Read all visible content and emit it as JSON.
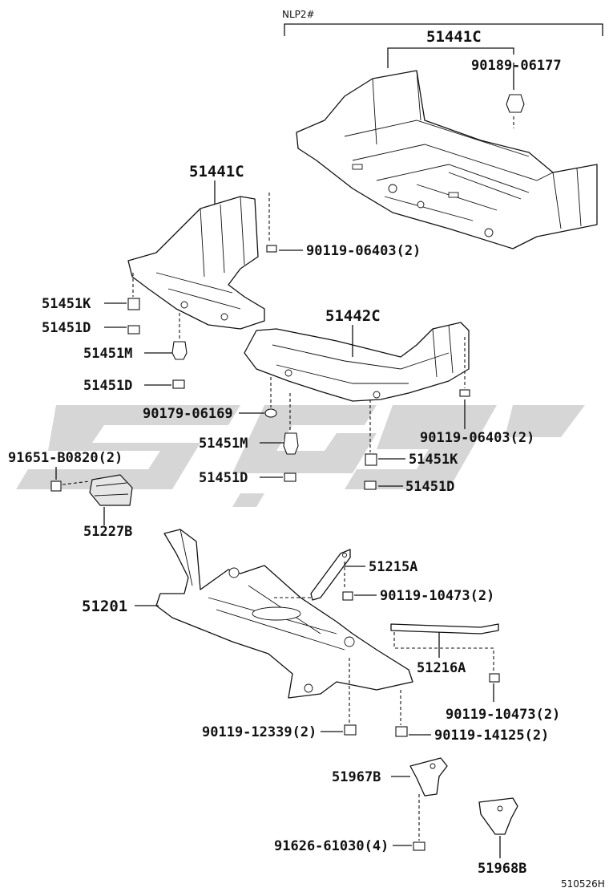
{
  "diagram": {
    "variant_label": "NLP2#",
    "drawing_id": "510526H",
    "callouts": {
      "c_51441C_top": "51441C",
      "c_90189_06177": "90189-06177",
      "c_51441C_mid": "51441C",
      "c_90119_06403_top": "90119-06403(2)",
      "c_51451K_left": "51451K",
      "c_51451D_left1": "51451D",
      "c_51451M_left": "51451M",
      "c_51451D_left2": "51451D",
      "c_51442C": "51442C",
      "c_90179_06169": "90179-06169",
      "c_90119_06403_right": "90119-06403(2)",
      "c_51451M_mid": "51451M",
      "c_91651_B0820": "91651-B0820(2)",
      "c_51451K_right": "51451K",
      "c_51451D_mid": "51451D",
      "c_51451D_right": "51451D",
      "c_51227B": "51227B",
      "c_51215A": "51215A",
      "c_51201": "51201",
      "c_90119_10473_top": "90119-10473(2)",
      "c_51216A": "51216A",
      "c_90119_10473_bot": "90119-10473(2)",
      "c_90119_12339": "90119-12339(2)",
      "c_90119_14125": "90119-14125(2)",
      "c_51967B": "51967B",
      "c_91626_61030": "91626-61030(4)",
      "c_51968B": "51968B"
    }
  }
}
